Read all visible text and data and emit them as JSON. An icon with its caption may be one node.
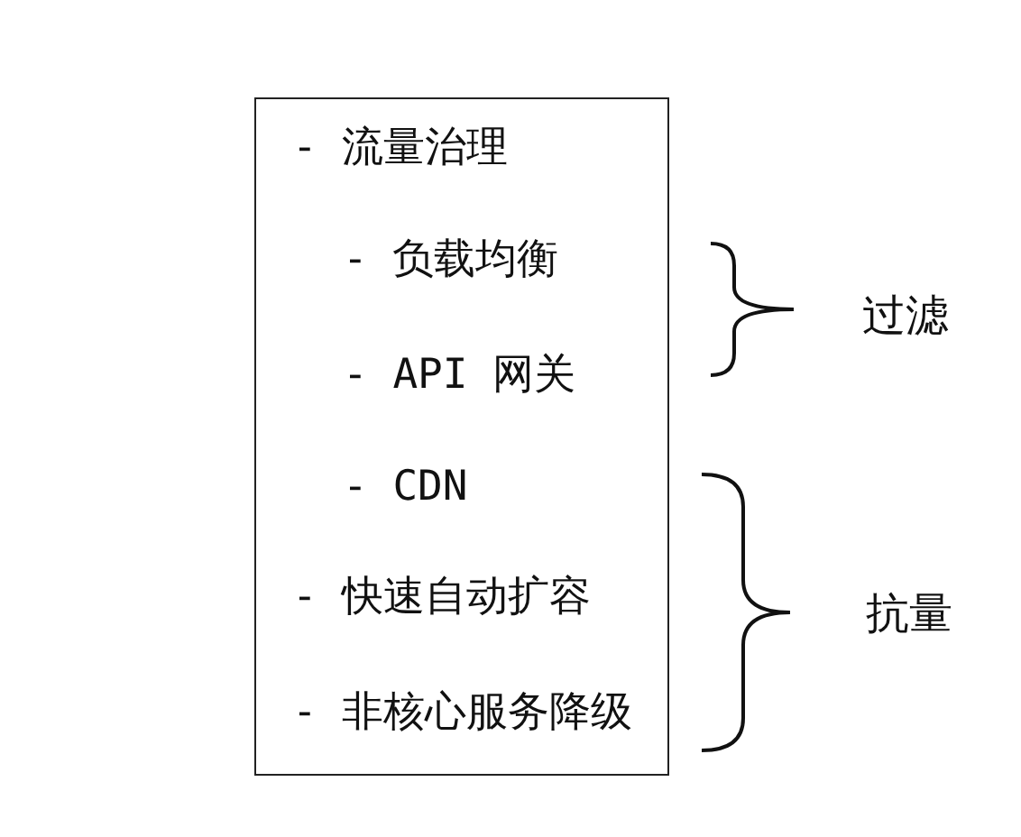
{
  "diagram": {
    "nodes": [
      {
        "text": [
          "- 流量治理",
          "- 负载均衡",
          "- API 网关",
          "- CDN",
          "- 快速自动扩容",
          "- 非核心服务降级"
        ]
      }
    ],
    "labels": [
      "过滤",
      "抗量"
    ]
  }
}
